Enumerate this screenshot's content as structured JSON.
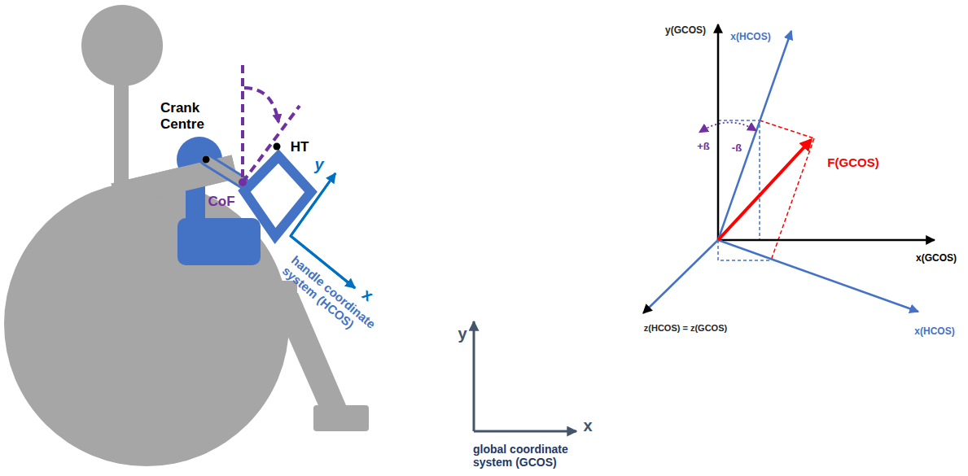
{
  "diagram": {
    "labels": [
      "Crank Centre",
      "HT",
      "CoF",
      "y",
      "x",
      "handle coordinate system (HCOS)",
      "y",
      "x",
      "global coordinate system (GCOS)",
      "y(GCOS)",
      "x(HCOS)",
      "+ß",
      "-ß",
      "F(GCOS)",
      "x(GCOS)",
      "z(HCOS) = z(GCOS)",
      "x(HCOS)"
    ]
  }
}
